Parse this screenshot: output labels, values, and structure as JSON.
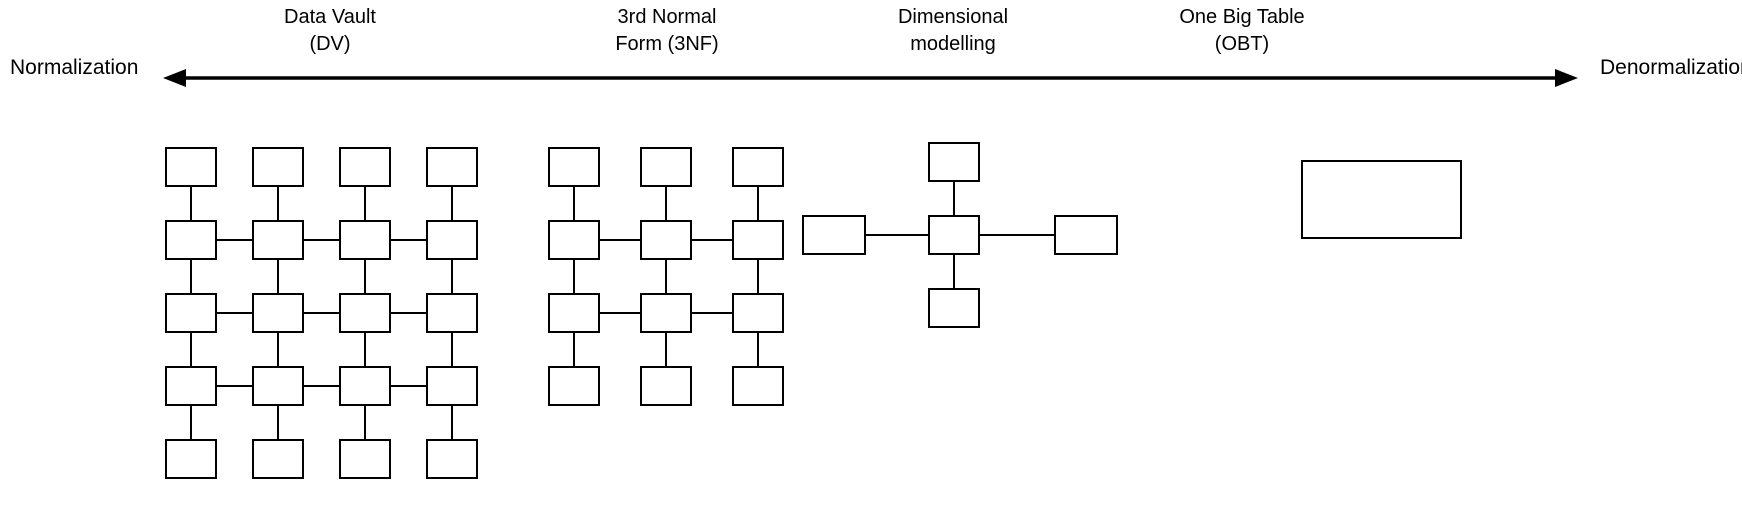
{
  "diagram": {
    "title_axis_left": "Normalization",
    "title_axis_right": "Denormalization",
    "background_color": "#ffffff",
    "stroke_color": "#000000",
    "columns": [
      {
        "id": "dv",
        "label": "Data Vault\n(DV)"
      },
      {
        "id": "3nf",
        "label": "3rd Normal\nForm (3NF)"
      },
      {
        "id": "dim",
        "label": "Dimensional\nmodelling"
      },
      {
        "id": "obt",
        "label": "One Big Table\n(OBT)"
      }
    ],
    "axis": {
      "orientation": "horizontal",
      "double_headed": true,
      "left_arrow": "arrow-left-icon",
      "right_arrow": "arrow-right-icon"
    },
    "clusters": {
      "dv": {
        "name": "data-vault-grid",
        "shape": "grid",
        "rows": 5,
        "cols": 4,
        "box_count": 20
      },
      "3nf": {
        "name": "third-normal-form-grid",
        "shape": "grid",
        "rows": 4,
        "cols": 3,
        "box_count": 12
      },
      "dim": {
        "name": "star-schema",
        "shape": "star",
        "box_count": 5,
        "satellites": 4
      },
      "obt": {
        "name": "one-big-table-box",
        "shape": "single-rectangle",
        "box_count": 1
      }
    }
  }
}
